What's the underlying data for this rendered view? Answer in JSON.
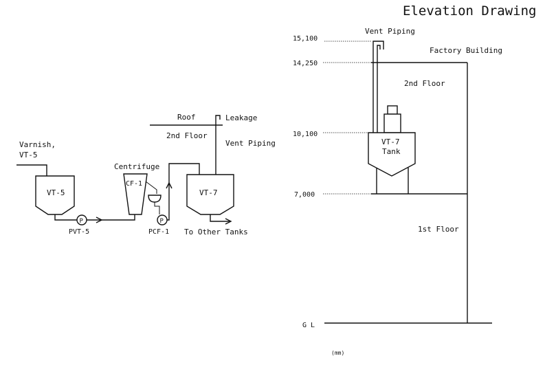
{
  "elevation": {
    "title": "Elevation Drawing",
    "unit": "(mm)",
    "levels": {
      "l15100": "15,100",
      "l14250": "14,250",
      "l10100": "10,100",
      "l7000": "7,000",
      "gl": "G L"
    },
    "labels": {
      "vent_piping": "Vent Piping",
      "factory_building": "Factory Building",
      "second_floor": "2nd Floor",
      "first_floor": "1st Floor",
      "tank_line1": "VT-7",
      "tank_line2": "Tank"
    }
  },
  "flow": {
    "varnish_line1": "Varnish,",
    "varnish_line2": "VT-5",
    "vt5": "VT-5",
    "pvt5": "PVT-5",
    "centrifuge": "Centrifuge",
    "cf1": "CF-1",
    "pcf1": "PCF-1",
    "vt7": "VT-7",
    "roof": "Roof",
    "second_floor": "2nd Floor",
    "leakage": "Leakage",
    "vent_piping": "Vent Piping",
    "to_other_tanks": "To Other Tanks",
    "pump_symbol": "P"
  }
}
